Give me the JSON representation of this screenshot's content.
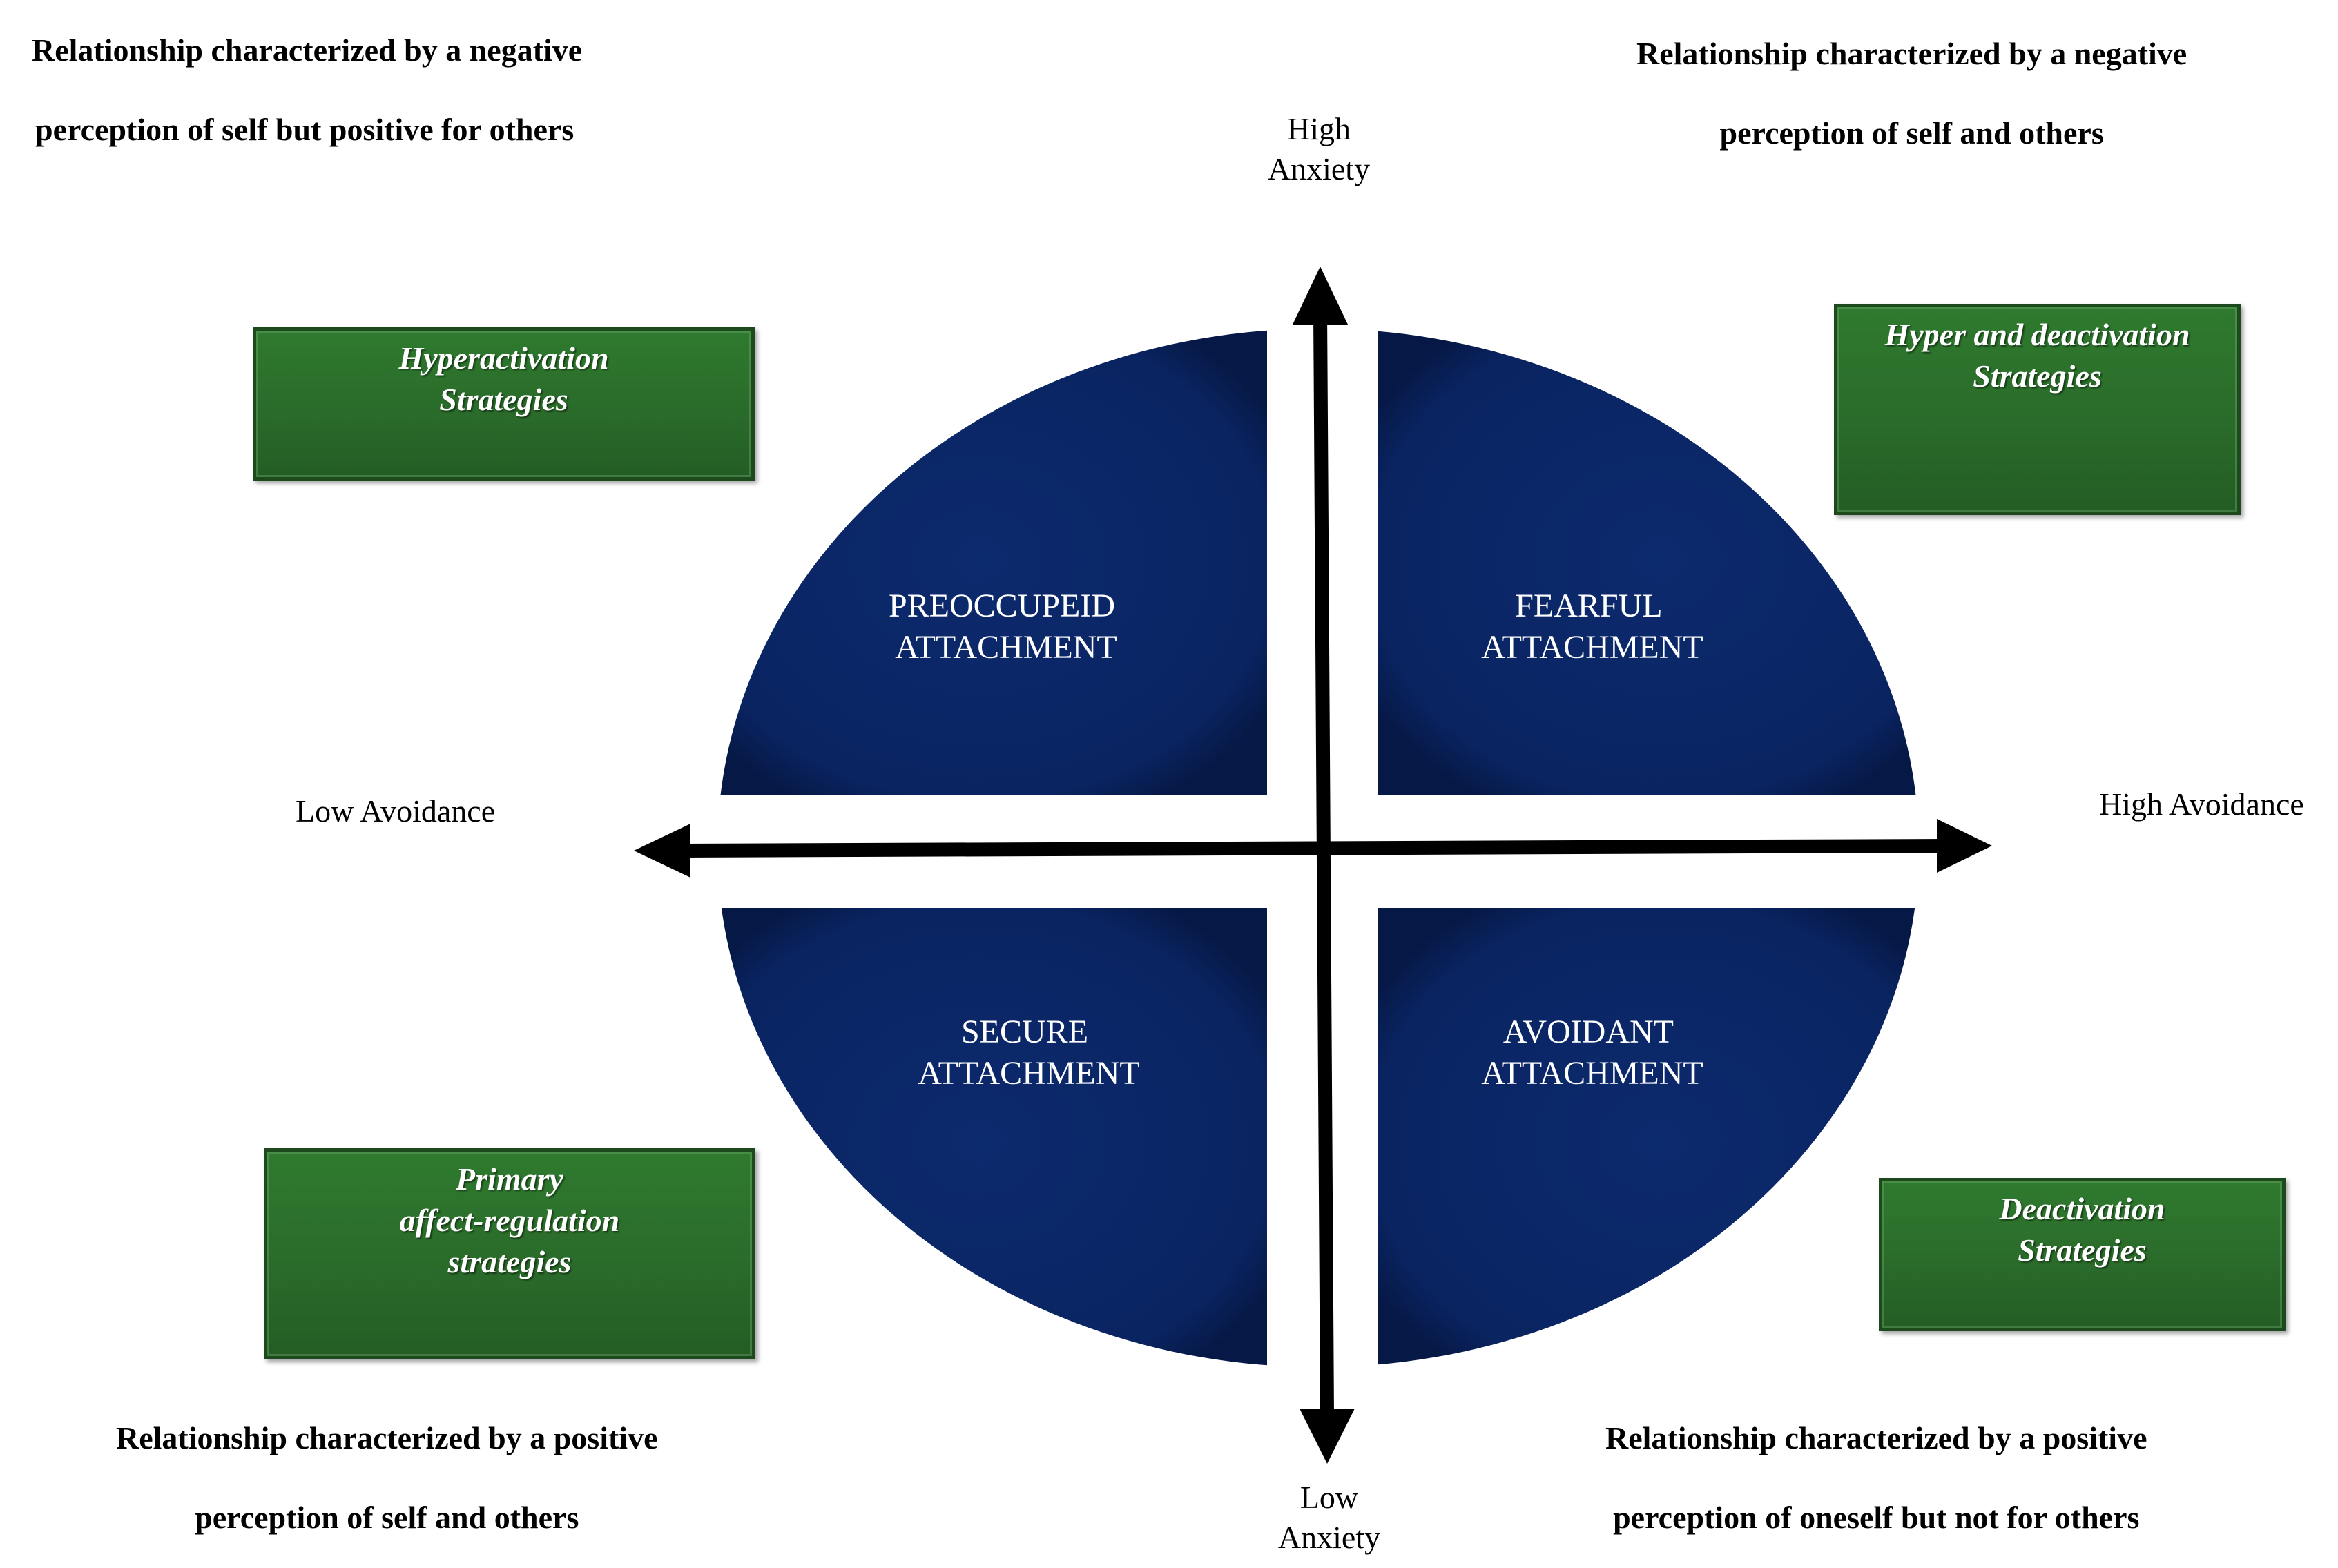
{
  "corners": {
    "top_left": [
      "Relationship characterized by a negative",
      "perception of self but positive for others"
    ],
    "top_right": [
      "Relationship characterized by a negative",
      "perception of self and others"
    ],
    "bottom_left": [
      "Relationship characterized by a positive",
      "perception of self and others"
    ],
    "bottom_right": [
      "Relationship characterized by a positive",
      "perception of oneself but not for others"
    ]
  },
  "axes": {
    "top": [
      "High",
      "Anxiety"
    ],
    "bottom": [
      "Low",
      "Anxiety"
    ],
    "left": "Low Avoidance",
    "right": "High Avoidance"
  },
  "strategies": {
    "top_left": [
      "Hyperactivation",
      "Strategies"
    ],
    "top_right": [
      "Hyper and deactivation",
      "Strategies"
    ],
    "bottom_left": [
      "Primary",
      "affect-regulation",
      "strategies"
    ],
    "bottom_right": [
      "Deactivation",
      "Strategies"
    ]
  },
  "quadrants": {
    "top_left": [
      "PREOCCUPEID",
      "ATTACHMENT"
    ],
    "top_right": [
      "FEARFUL",
      "ATTACHMENT"
    ],
    "bottom_left": [
      "SECURE",
      "ATTACHMENT"
    ],
    "bottom_right": [
      "AVOIDANT",
      "ATTACHMENT"
    ]
  },
  "colors": {
    "quadrant_fill": "#0a2461",
    "strategy_box": "#2a6b2a",
    "arrows": "#000000"
  }
}
